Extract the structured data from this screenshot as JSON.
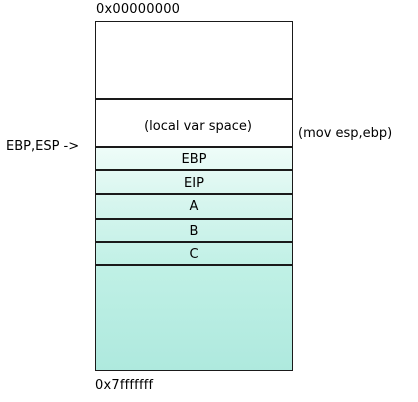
{
  "top_address": "0x00000000",
  "bottom_address": "0x7fffffff",
  "pointer_label": "EBP,ESP ->",
  "instruction_label": "(mov esp,ebp)",
  "stack": {
    "local_var_label": "(local var space)",
    "frames": [
      {
        "label": "EBP"
      },
      {
        "label": "EIP"
      },
      {
        "label": "A"
      },
      {
        "label": "B"
      },
      {
        "label": "C"
      }
    ]
  },
  "colors": {
    "fill_light": "#eefcf8",
    "fill_dark": "#aee9de",
    "outline": "#1a1a1a"
  }
}
